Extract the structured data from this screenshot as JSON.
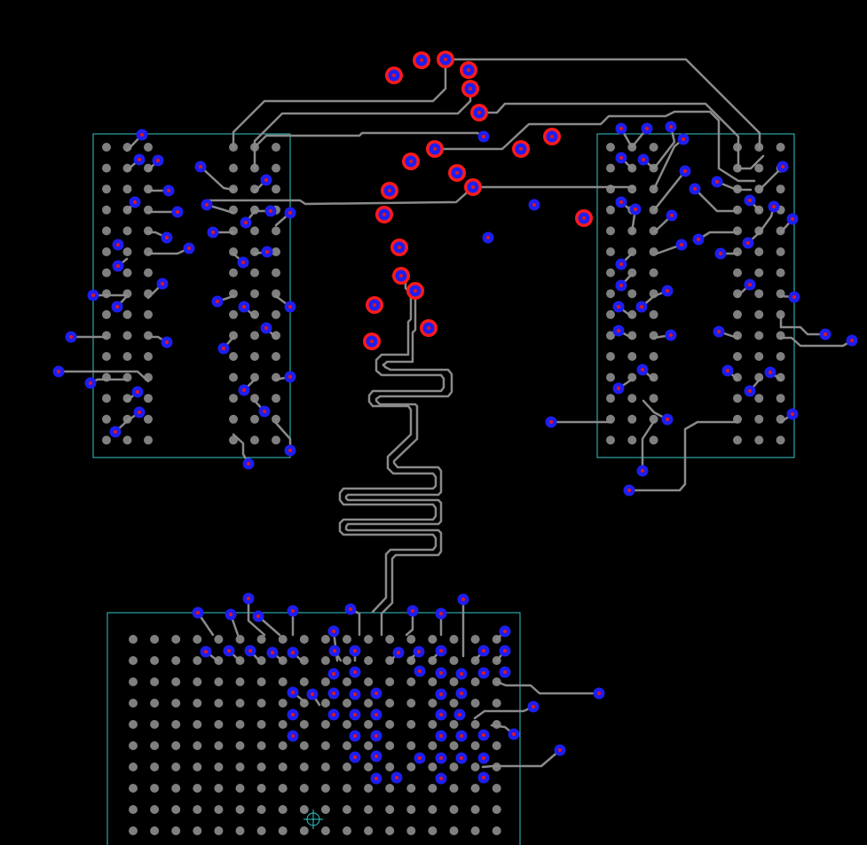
{
  "canvas": {
    "background": "#000000"
  },
  "colors": {
    "outline": "#35c9c9",
    "pad": "#7f7f7f",
    "trace": "#8a8a8a",
    "via_fill": "#1e1ef0",
    "via_core": "#e01818",
    "large_via_ring": "#ff1a1a",
    "large_via_core": "#1e1ef0",
    "origin_marker": "#35c9c9"
  },
  "components": [
    {
      "name": "bga-left"
    },
    {
      "name": "bga-right"
    },
    {
      "name": "bga-bottom"
    }
  ],
  "layer": "top-copper",
  "elements": {
    "origin_marker_icon": "crosshair-icon"
  }
}
